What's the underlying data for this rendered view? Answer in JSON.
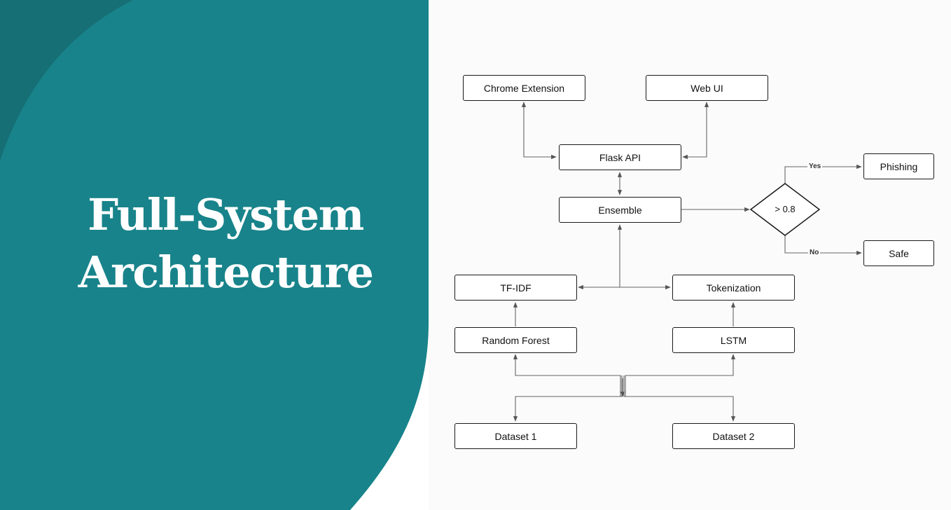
{
  "slide": {
    "title_line1": "Full-System",
    "title_line2": "Architecture",
    "colors": {
      "panel": "#18838a",
      "panel_dark": "#166f75",
      "text": "#ffffff",
      "diagram_bg": "#fbfbfb"
    }
  },
  "diagram": {
    "nodes": {
      "chrome_extension": "Chrome Extension",
      "web_ui": "Web UI",
      "flask_api": "Flask API",
      "ensemble": "Ensemble",
      "threshold": "> 0.8",
      "phishing": "Phishing",
      "safe": "Safe",
      "tfidf": "TF-IDF",
      "tokenization": "Tokenization",
      "random_forest": "Random Forest",
      "lstm": "LSTM",
      "dataset1": "Dataset 1",
      "dataset2": "Dataset 2"
    },
    "edge_labels": {
      "yes": "Yes",
      "no": "No"
    }
  }
}
